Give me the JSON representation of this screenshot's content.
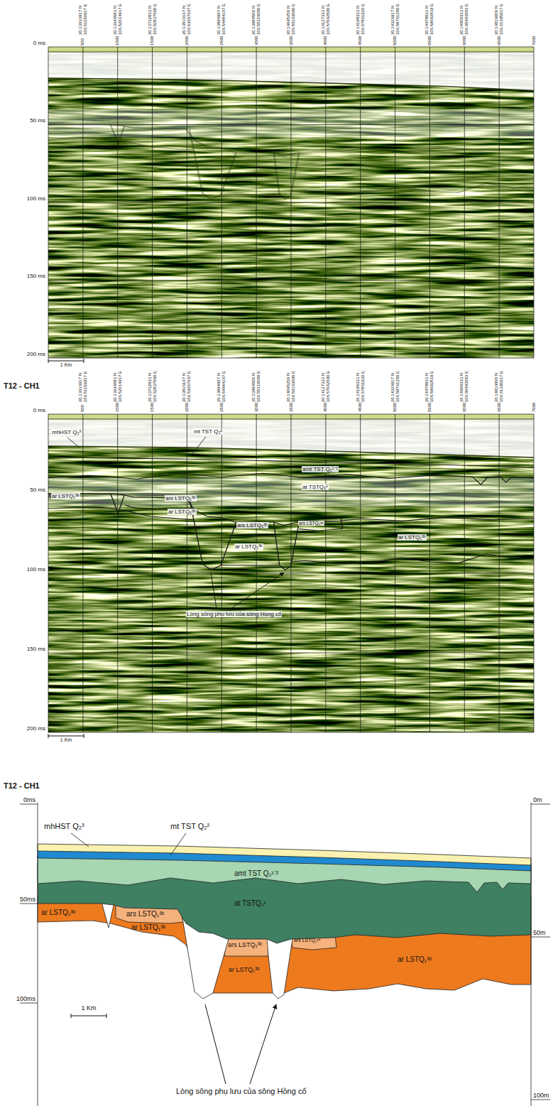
{
  "diagram": {
    "labels": [
      "20.13633917 N 106.51159917 E",
      "20.13646583 N 106.52014917 E",
      "20.13732833 N 106.52837500 E",
      "20.13816167 N 106.53657667 E",
      "20.13894967 N 106.54484167 E",
      "20.13984500 N 106.55316000 E",
      "20.14045250 N 106.56163000 E",
      "20.14127333 N 106.57042500 E",
      "20.14198333 N 106.57861920 E",
      "20.14326917 N 106.58761250 E",
      "20.14478833 N 106.59602819 E",
      "20.14600333 N 106.60493583 E",
      "20.14816000 N 106.61395917 E",
      "500",
      "1000",
      "1500",
      "2000",
      "2500",
      "3000",
      "3500",
      "4000",
      "4500",
      "5000",
      "5500",
      "6000",
      "6500",
      "7000",
      "0 ms",
      "50 ms",
      "100 ms",
      "150 ms",
      "200 ms",
      "1 Km",
      "T12 - CH1",
      "20.13633917 N 106.51159917 E",
      "20.13646583 N 106.52014917 E",
      "20.13732833 N 106.52837500 E",
      "20.13816167 N 106.53657667 E",
      "20.13894967 N 106.54484167 E",
      "20.13984500 N 106.55316000 E",
      "20.14045250 N 106.56163000 E",
      "20.14127333 N 106.57042500 E",
      "20.14198333 N 106.57861920 E",
      "20.14326917 N 106.58761250 E",
      "20.14478833 N 106.59602819 E",
      "20.14600333 N 106.60493583 E",
      "20.14816000 N 106.61395917 E",
      "500",
      "1000",
      "1500",
      "2000",
      "2500",
      "3000",
      "3500",
      "4000",
      "4500",
      "5000",
      "5500",
      "6000",
      "6500",
      "7000",
      "0 ms",
      "50 ms",
      "100 ms",
      "150 ms",
      "200 ms",
      "mhHST Q₂³",
      "mt TST Q₂²",
      "amt TST Q₂¹⁻²",
      "at TSTQ₂¹",
      "ar LSTQ₁³ᵇ",
      "ars LSTQ₁³ᵇ",
      "ar LSTQ₁³ᵇ",
      "ars LSTQ₁³ᵇ",
      "ar LSTQ₁³ᵇ",
      "ars LSTQ₁³ᵇ",
      "ar LSTQ₁³ᵇ",
      "Lòng sông phụ lưu của sông Hồng cổ",
      "1 Km",
      "T12 - CH1",
      "0ms",
      "50ms",
      "100ms",
      "0m",
      "50m",
      "100m",
      "mhHST Q₂³",
      "mt TST Q₂²",
      "amt TST Q₂¹⁻²",
      "at TSTQ₂¹",
      "ar LSTQ₁³ᵇ",
      "ars LSTQ₁³ᵇ",
      "ar LSTQ₁³ᵇ",
      "ars LSTQ₁³ᵇ",
      "ar LSTQ₁³ᵇ",
      "ars LSTQ₁³ᵇ",
      "ar LSTQ₁³ᵇ",
      "1 Km",
      "Lòng sông phụ lưu của sông Hồng cổ"
    ]
  }
}
